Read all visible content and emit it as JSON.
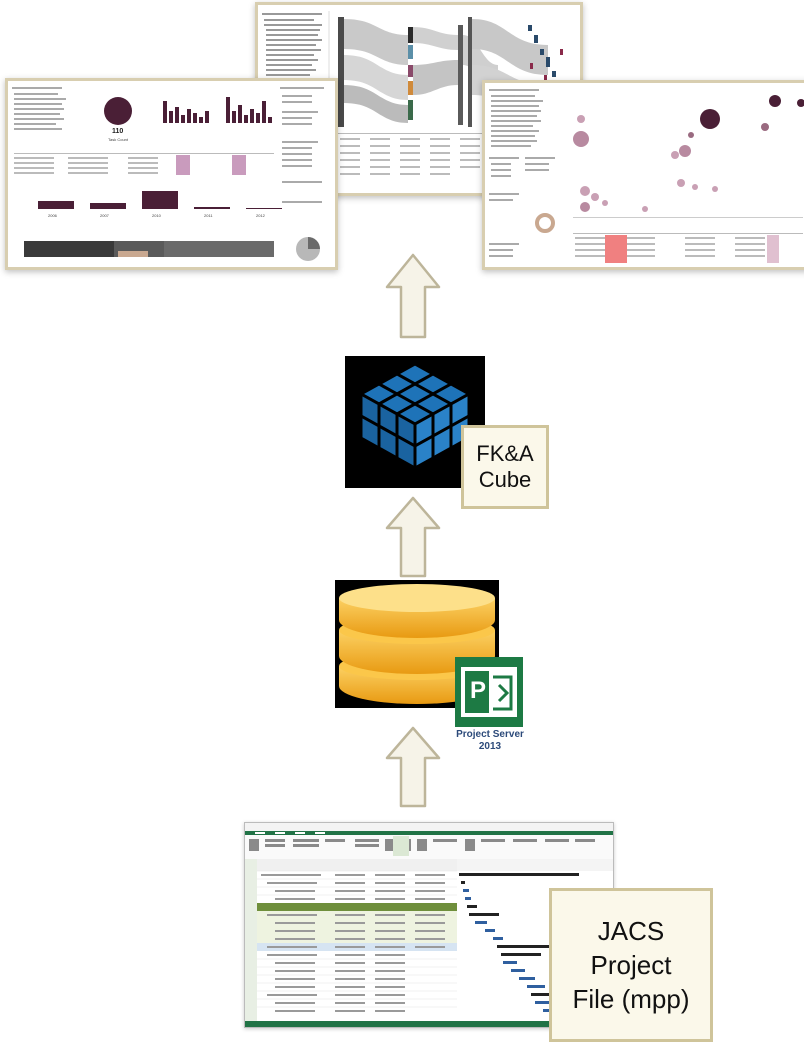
{
  "labels": {
    "cube_line1": "FK&A",
    "cube_line2": "Cube",
    "project_line1": "JACS",
    "project_line2": "Project",
    "project_line3": "File (mpp)"
  },
  "project_server": {
    "line1": "Project Server",
    "line2": "2013",
    "glyph": "P"
  },
  "dashboard_left": {
    "total_value": "110",
    "total_caption": "Task Count",
    "years": [
      "2006",
      "2007",
      "2010",
      "2011",
      "2012"
    ]
  },
  "colors": {
    "label_fill": "#fbf8ea",
    "label_border": "#cfc49a",
    "arrow_fill": "#f6f3e8",
    "arrow_stroke": "#bdb59a",
    "cube_blue": "#1e73b8",
    "db_gold": "#f0b429",
    "ps_green": "#1d7a44",
    "bar_purple": "#4a1f36"
  },
  "icons": [
    "cube-icon",
    "database-icon",
    "project-server-icon",
    "up-arrow-icon"
  ]
}
